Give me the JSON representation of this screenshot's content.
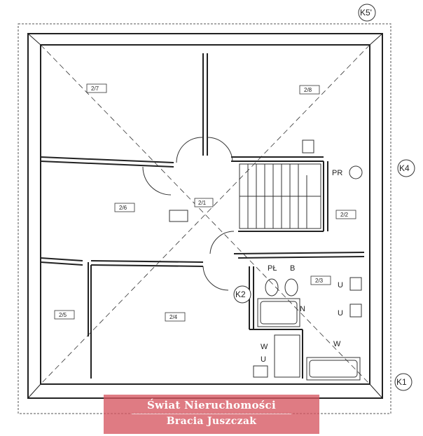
{
  "plan": {
    "rooms": [
      "2/7",
      "2/8",
      "2/6",
      "2/1",
      "2/2",
      "2/3",
      "2/5",
      "2/4"
    ],
    "axis_markers": [
      "K5'",
      "K4",
      "K2",
      "K1"
    ],
    "fixtures": {
      "pr": "PR",
      "pl": "PŁ",
      "b": "B",
      "u_right_top": "U",
      "u_right_bottom": "U",
      "n": "N",
      "w_left": "W",
      "u_left": "U",
      "w_right": "W"
    }
  },
  "watermark": {
    "line1": "Świat Nieruchomości",
    "line2": "Bracia Juszczak"
  }
}
